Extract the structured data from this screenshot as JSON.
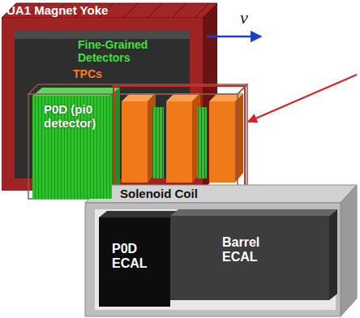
{
  "diagram": {
    "nodes": [
      {
        "text": [
          "P0D (pi0 detector)"
        ]
      },
      {
        "text": [
          "P0D ECAL"
        ]
      },
      {
        "text": [
          "Barrel ECAL"
        ]
      }
    ],
    "labels": [
      "UA1 Magnet Yoke",
      "ν",
      "Fine-Grained Detectors",
      "TPCs",
      "Solenoid Coil"
    ]
  }
}
